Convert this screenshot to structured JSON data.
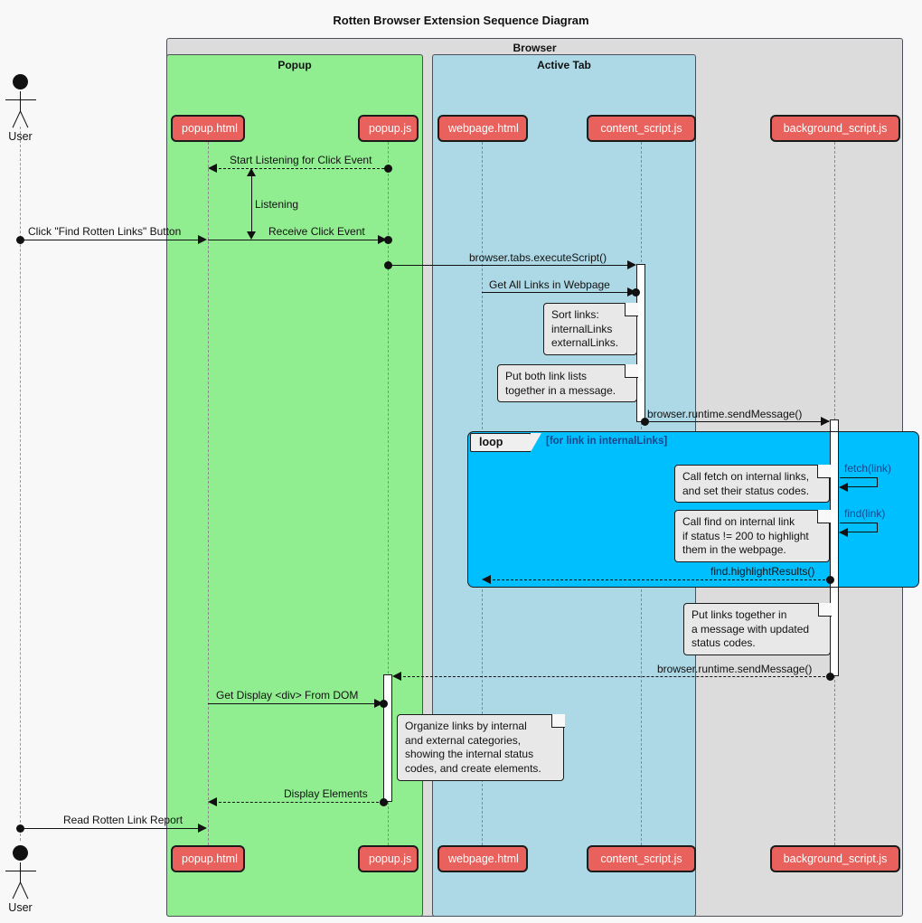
{
  "diagram": {
    "title": "Rotten Browser Extension Sequence Diagram",
    "colors": {
      "participant": "#e8615c",
      "browser_frame": "#dcdcdc",
      "popup_frame": "#90ee90",
      "tab_frame": "#add8e6",
      "loop_fragment": "#00bfff",
      "note": "#e8e8e8",
      "guard_text": "#17468a"
    }
  },
  "frames": {
    "browser": {
      "label": "Browser"
    },
    "popup": {
      "label": "Popup"
    },
    "active_tab": {
      "label": "Active Tab"
    }
  },
  "actor": {
    "label": "User"
  },
  "participants": [
    {
      "name": "popup.html"
    },
    {
      "name": "popup.js"
    },
    {
      "name": "webpage.html"
    },
    {
      "name": "content_script.js"
    },
    {
      "name": "background_script.js"
    }
  ],
  "messages": [
    {
      "id": "m1",
      "label": "Start Listening for Click Event"
    },
    {
      "id": "m2",
      "label": "Listening"
    },
    {
      "id": "m3",
      "label": "Click \"Find Rotten Links\" Button"
    },
    {
      "id": "m4",
      "label": "Receive Click Event"
    },
    {
      "id": "m5",
      "label": "browser.tabs.executeScript()"
    },
    {
      "id": "m6",
      "label": "Get All Links in Webpage"
    },
    {
      "id": "m7",
      "label": "browser.runtime.sendMessage()"
    },
    {
      "id": "m8",
      "label": "fetch(link)"
    },
    {
      "id": "m9",
      "label": "find(link)"
    },
    {
      "id": "m10",
      "label": "find.highlightResults()"
    },
    {
      "id": "m11",
      "label": "browser.runtime.sendMessage()"
    },
    {
      "id": "m12",
      "label": "Get Display <div> From DOM"
    },
    {
      "id": "m13",
      "label": "Display Elements"
    },
    {
      "id": "m14",
      "label": "Read Rotten Link Report"
    }
  ],
  "notes": [
    {
      "id": "n1",
      "text": "Sort links:\ninternalLinks\nexternalLinks."
    },
    {
      "id": "n2",
      "text": "Put both link lists\ntogether in a message."
    },
    {
      "id": "n3",
      "text": "Call fetch on internal links,\nand set their status codes."
    },
    {
      "id": "n4",
      "text": "Call find on internal link\nif status != 200 to highlight\nthem in the webpage."
    },
    {
      "id": "n5",
      "text": "Put links together in\na message with updated\nstatus codes."
    },
    {
      "id": "n6",
      "text": "Organize links by internal\nand external categories,\nshowing the internal status\ncodes, and create elements."
    }
  ],
  "fragments": [
    {
      "id": "f1",
      "kind": "loop",
      "guard": "[for link in internalLinks]"
    }
  ]
}
